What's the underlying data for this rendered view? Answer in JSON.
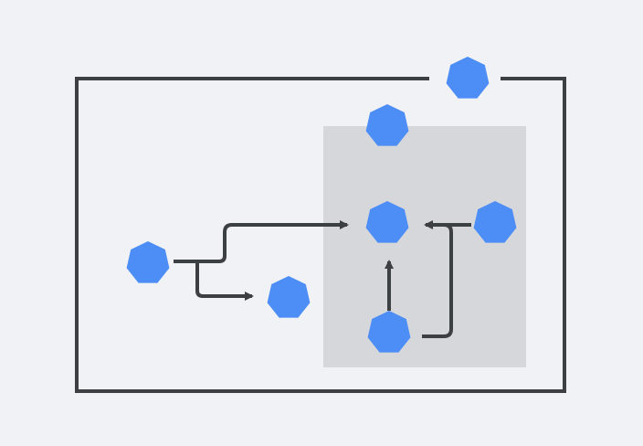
{
  "colors": {
    "background": "#f1f2f5",
    "border": "#3c4043",
    "inner_region": "#d6d7db",
    "node": "#4c8df6",
    "arrow": "#3c4043"
  },
  "nodes": [
    {
      "id": "node-top-right-edge",
      "shape": "heptagon"
    },
    {
      "id": "node-region-top",
      "shape": "heptagon"
    },
    {
      "id": "node-region-center",
      "shape": "heptagon"
    },
    {
      "id": "node-region-right",
      "shape": "heptagon"
    },
    {
      "id": "node-region-bottom",
      "shape": "heptagon"
    },
    {
      "id": "node-left-source",
      "shape": "heptagon"
    },
    {
      "id": "node-left-target",
      "shape": "heptagon"
    }
  ],
  "edges": [
    {
      "from": "node-left-source",
      "to": "node-region-center"
    },
    {
      "from": "node-left-source",
      "to": "node-left-target"
    },
    {
      "from": "node-region-bottom",
      "to": "node-region-center"
    },
    {
      "from": "node-region-bottom",
      "to": "node-region-center",
      "via": "node-region-right-side"
    },
    {
      "from": "node-region-right",
      "to": "node-region-center"
    }
  ]
}
